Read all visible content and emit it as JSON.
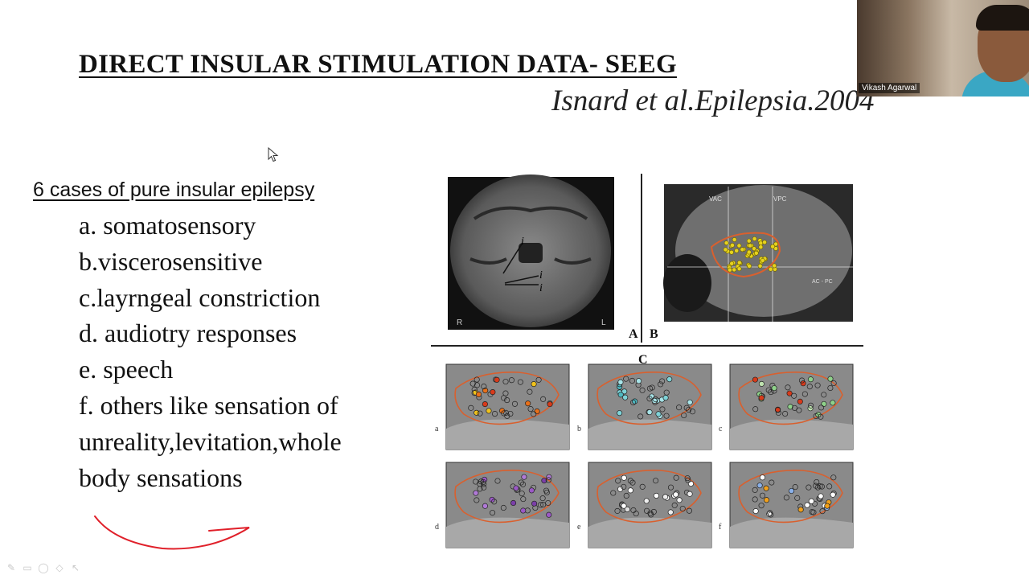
{
  "slide": {
    "title": "DIRECT INSULAR STIMULATION DATA- SEEG",
    "citation": "Isnard et al.Epilepsia.2004",
    "subheading": "6 cases of pure insular epilepsy",
    "cases": [
      "a. somatosensory",
      "b.viscerosensitive",
      "c.layrngeal constriction",
      "d. audiotry responses",
      "e. speech",
      "f. others like sensation of",
      "unreality,levitation,whole",
      "body sensations"
    ]
  },
  "figure": {
    "panel_labels": [
      "A",
      "B",
      "C"
    ],
    "mri_labels": [
      "i",
      "i",
      "i"
    ],
    "sagittal_labels": [
      "VAC",
      "VPC",
      "AC - PC"
    ],
    "sub_panel_labels": [
      "a",
      "b",
      "c",
      "d",
      "e",
      "f"
    ],
    "orientation_labels": [
      "R",
      "L"
    ]
  },
  "video": {
    "participant_name": "Vikash Agarwal"
  },
  "colors": {
    "accent_annotation": "#e0202a",
    "insula_outline": "#d9602e"
  },
  "toolbar": {
    "icons": [
      "pen-icon",
      "rectangle-icon",
      "circle-icon",
      "highlighter-icon",
      "pointer-icon"
    ]
  }
}
